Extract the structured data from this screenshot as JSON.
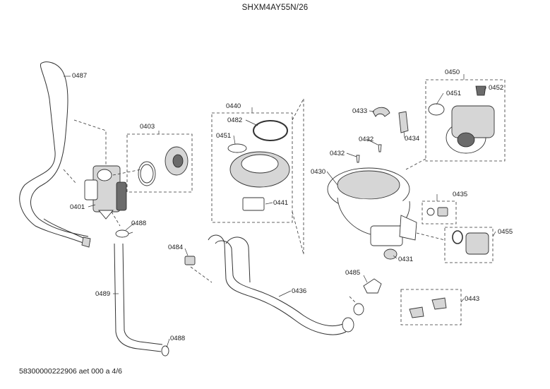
{
  "header": {
    "title": "SHXM4AY55N/26"
  },
  "footer": {
    "text": "58300000222906 aet 000 a 4/6"
  },
  "callouts": [
    "0487",
    "0403",
    "0401",
    "0488",
    "0489",
    "0488",
    "0440",
    "0482",
    "0451",
    "0441",
    "0484",
    "0436",
    "0433",
    "0432",
    "0432",
    "0434",
    "0430",
    "0450",
    "0451",
    "0452",
    "0435",
    "0455",
    "0431",
    "0485",
    "0443"
  ]
}
